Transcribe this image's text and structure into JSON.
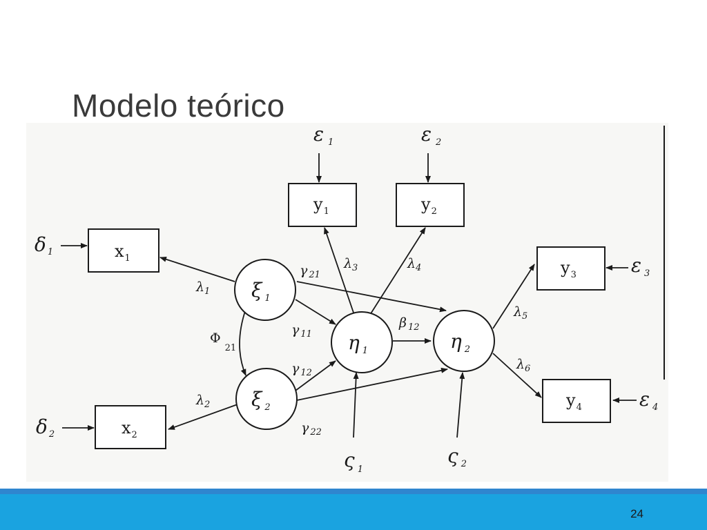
{
  "slide": {
    "title": "Modelo teórico",
    "page_number": "24"
  },
  "diagram": {
    "observed_variables": {
      "x1": {
        "base": "x",
        "sub": "1"
      },
      "x2": {
        "base": "x",
        "sub": "2"
      },
      "y1": {
        "base": "y",
        "sub": "1"
      },
      "y2": {
        "base": "y",
        "sub": "2"
      },
      "y3": {
        "base": "y",
        "sub": "3"
      },
      "y4": {
        "base": "y",
        "sub": "4"
      }
    },
    "latent_variables": {
      "xi1": {
        "base": "ξ",
        "sub": "1"
      },
      "xi2": {
        "base": "ξ",
        "sub": "2"
      },
      "eta1": {
        "base": "η",
        "sub": "1"
      },
      "eta2": {
        "base": "η",
        "sub": "2"
      }
    },
    "error_terms": {
      "delta1": {
        "base": "δ",
        "sub": "1"
      },
      "delta2": {
        "base": "δ",
        "sub": "2"
      },
      "epsilon1": {
        "base": "ε",
        "sub": "1"
      },
      "epsilon2": {
        "base": "ε",
        "sub": "2"
      },
      "epsilon3": {
        "base": "ε",
        "sub": "3"
      },
      "epsilon4": {
        "base": "ε",
        "sub": "4"
      },
      "zeta1": {
        "base": "ς",
        "sub": "1"
      },
      "zeta2": {
        "base": "ς",
        "sub": "2"
      }
    },
    "parameters": {
      "lambda1": {
        "base": "λ",
        "sub": "1"
      },
      "lambda2": {
        "base": "λ",
        "sub": "2"
      },
      "lambda3": {
        "base": "λ",
        "sub": "3"
      },
      "lambda4": {
        "base": "λ",
        "sub": "4"
      },
      "lambda5": {
        "base": "λ",
        "sub": "5"
      },
      "lambda6": {
        "base": "λ",
        "sub": "6"
      },
      "gamma11": {
        "base": "γ",
        "sub": "11"
      },
      "gamma12": {
        "base": "γ",
        "sub": "12"
      },
      "gamma21": {
        "base": "γ",
        "sub": "21"
      },
      "gamma22": {
        "base": "γ",
        "sub": "22"
      },
      "beta12": {
        "base": "β",
        "sub": "12"
      },
      "phi21": {
        "base": "Φ",
        "sub": "21"
      }
    }
  }
}
